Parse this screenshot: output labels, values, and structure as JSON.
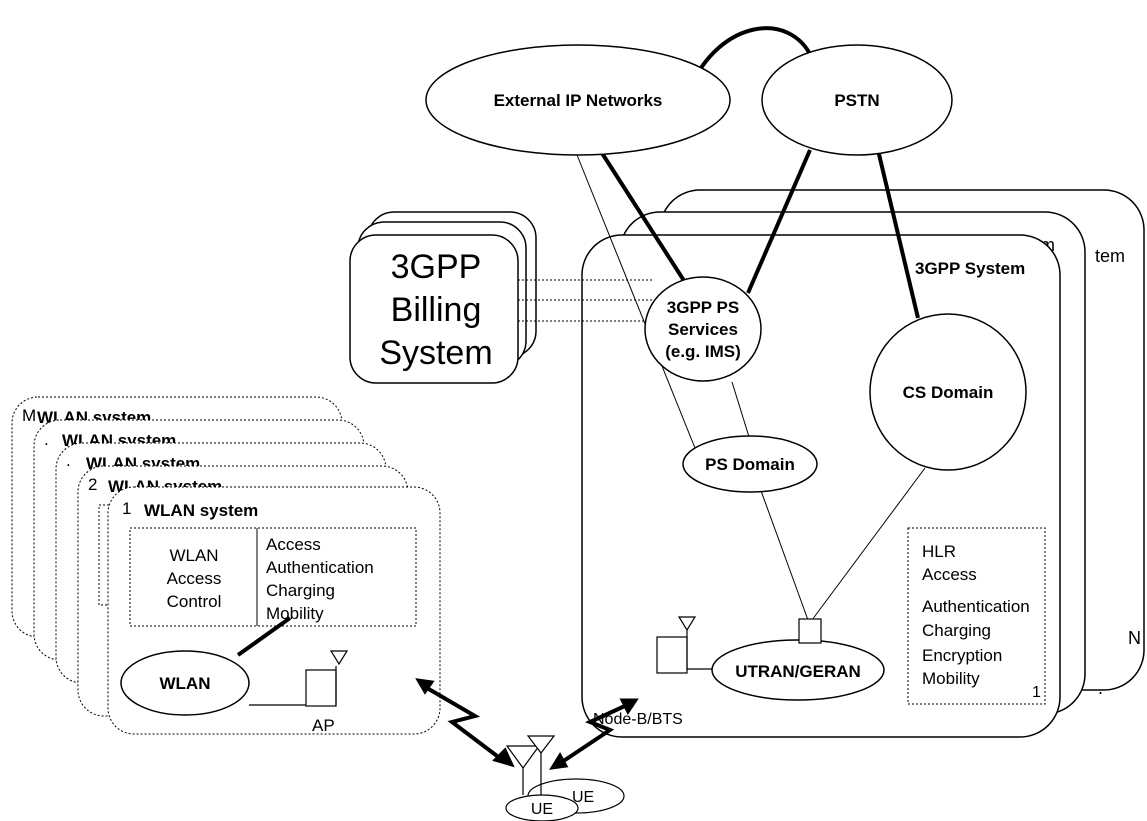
{
  "external_ip_networks": "External IP Networks",
  "pstn": "PSTN",
  "billing": {
    "line1": "3GPP",
    "line2": "Billing",
    "line3": "System"
  },
  "system3gpp": {
    "back2_partial": "tem",
    "back1_partial": "m",
    "front_title": "3GPP System",
    "n_label": "N",
    "dot_label": ".",
    "index": "1"
  },
  "ps_services": {
    "line1": "3GPP PS",
    "line2": "Services",
    "line3": "(e.g. IMS)"
  },
  "cs_domain": "CS Domain",
  "ps_domain": "PS Domain",
  "utran": "UTRAN/GERAN",
  "node_b": "Node-B/BTS",
  "hlr_box": [
    "HLR",
    "Access",
    "Authentication",
    "Charging",
    "Encryption",
    "Mobility"
  ],
  "wlan": {
    "stack_labels": [
      "M",
      ".",
      ".",
      "2"
    ],
    "stack_title_partial": "WLAN system",
    "front_index": "1",
    "front_title": "WLAN system",
    "access_control": [
      "WLAN",
      "Access",
      "Control"
    ],
    "functions": [
      "Access",
      "Authentication",
      "Charging",
      "Mobility"
    ],
    "wlan_node": "WLAN",
    "ap": "AP"
  },
  "ue": "UE",
  "ue_back": "UE"
}
